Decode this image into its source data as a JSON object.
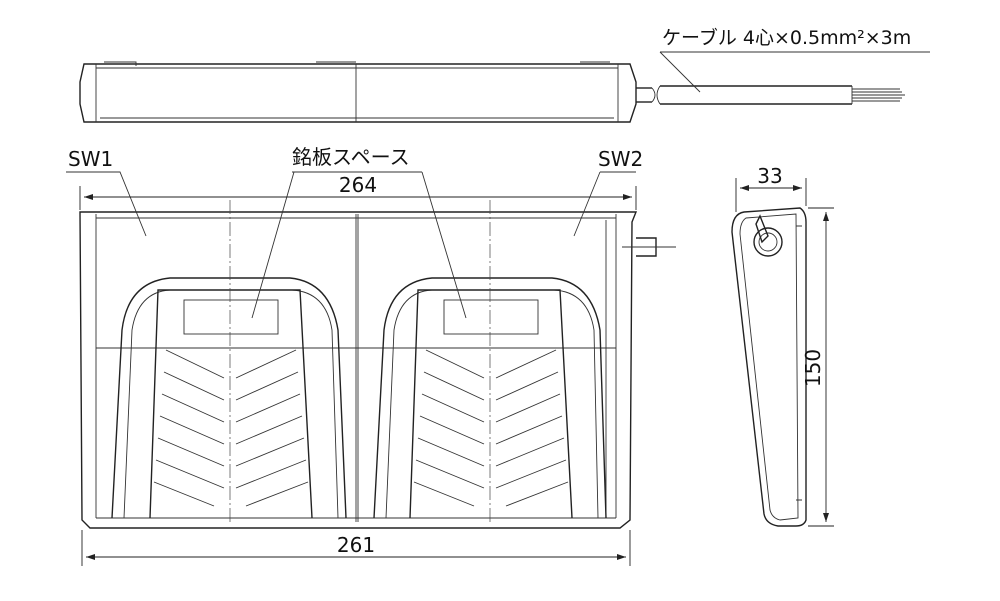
{
  "labels": {
    "cable": "ケーブル 4心×0.5mm²×3m",
    "sw1": "SW1",
    "sw2": "SW2",
    "nameplate": "銘板スペース"
  },
  "dimensions": {
    "top_width": "264",
    "bottom_width": "261",
    "side_depth": "33",
    "side_height": "150"
  }
}
